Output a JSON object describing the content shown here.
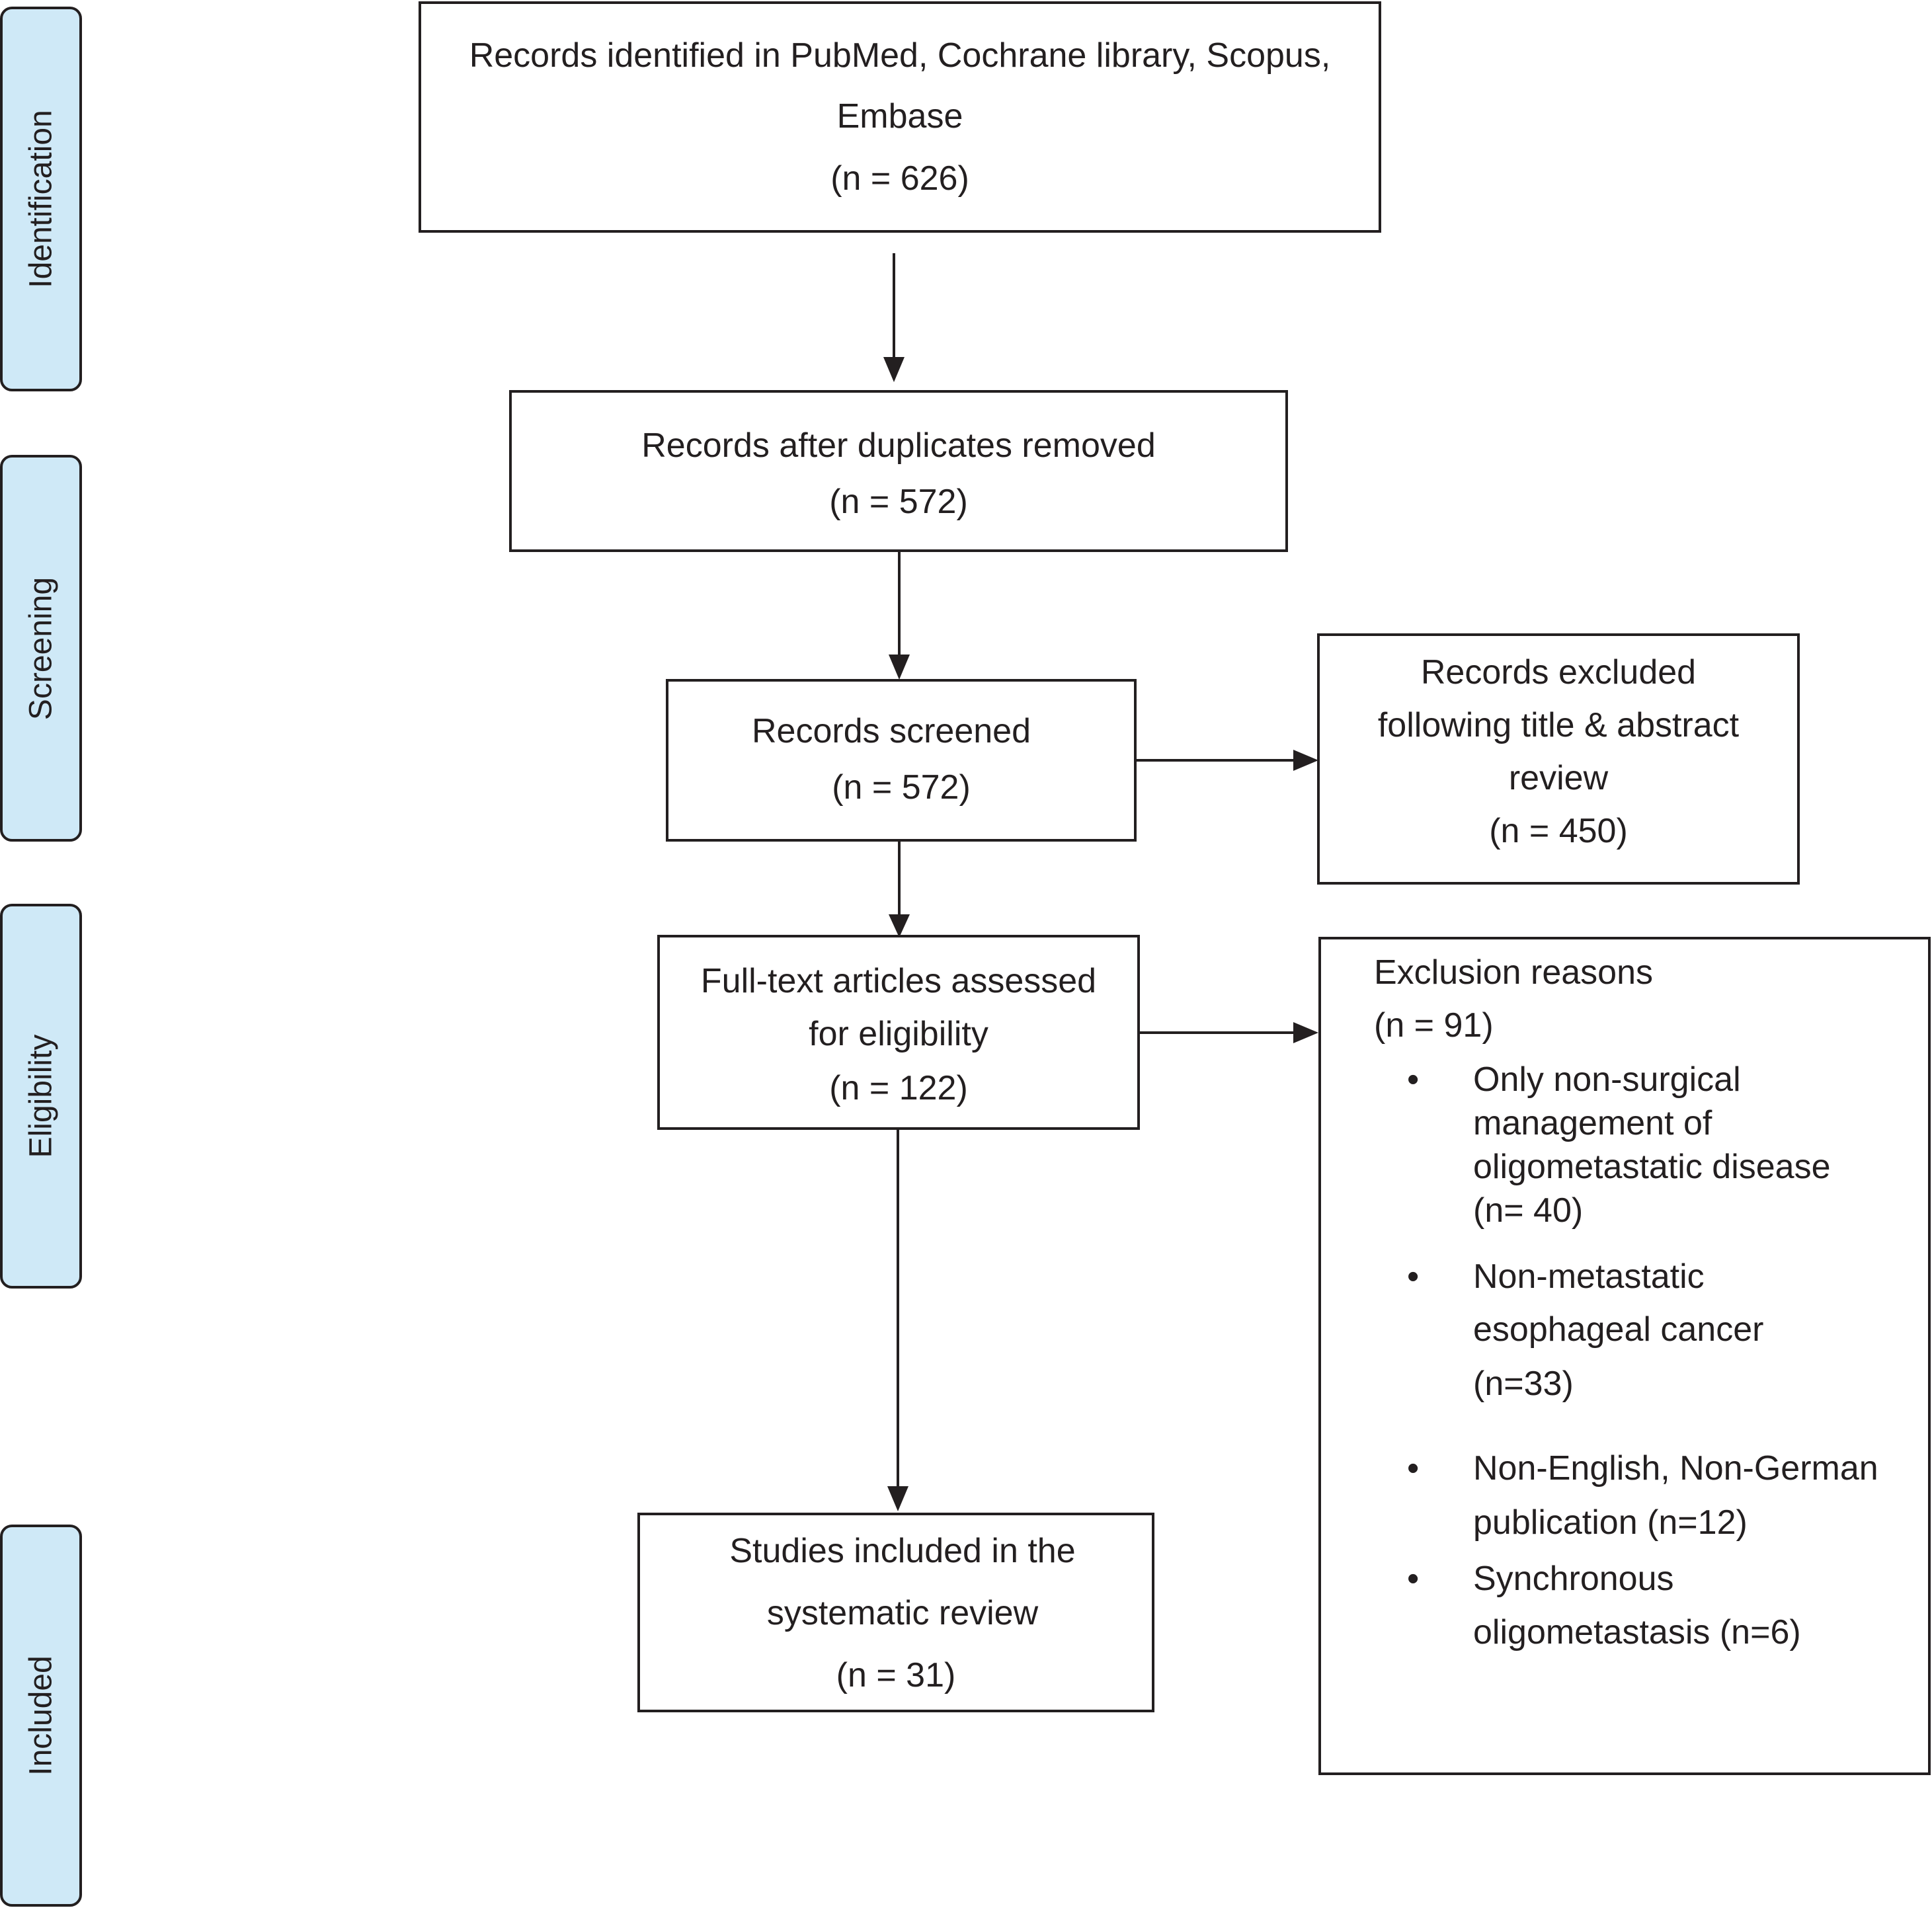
{
  "stages": {
    "identification": "Identification",
    "screening": "Screening",
    "eligibility": "Eligibility",
    "included": "Included"
  },
  "boxes": {
    "identified": {
      "line1": "Records identified in PubMed, Cochrane library, Scopus,",
      "line2": "Embase",
      "count": "(n = 626)"
    },
    "duplicates_removed": {
      "line1": "Records after duplicates removed",
      "count": "(n = 572)"
    },
    "screened": {
      "line1": "Records screened",
      "count": "(n = 572)"
    },
    "excluded_title_abstract": {
      "line1": "Records excluded",
      "line2": "following title & abstract",
      "line3": "review",
      "count": "(n = 450)"
    },
    "full_text": {
      "line1": "Full-text articles assessed",
      "line2": "for eligibility",
      "count": "(n = 122)"
    },
    "included_studies": {
      "line1": "Studies included in the",
      "line2": "systematic review",
      "count": "(n = 31)"
    },
    "exclusion_reasons": {
      "title": "Exclusion reasons",
      "count": "(n = 91)",
      "bullets": [
        {
          "lines": [
            "Only non-surgical",
            "management of",
            "oligometastatic disease",
            "(n= 40)"
          ]
        },
        {
          "lines": [
            "Non-metastatic",
            "esophageal cancer",
            "(n=33)"
          ]
        },
        {
          "lines": [
            "Non-English, Non-German",
            "publication (n=12)"
          ]
        },
        {
          "lines": [
            "Synchronous",
            "oligometastasis (n=6)"
          ]
        }
      ]
    }
  }
}
